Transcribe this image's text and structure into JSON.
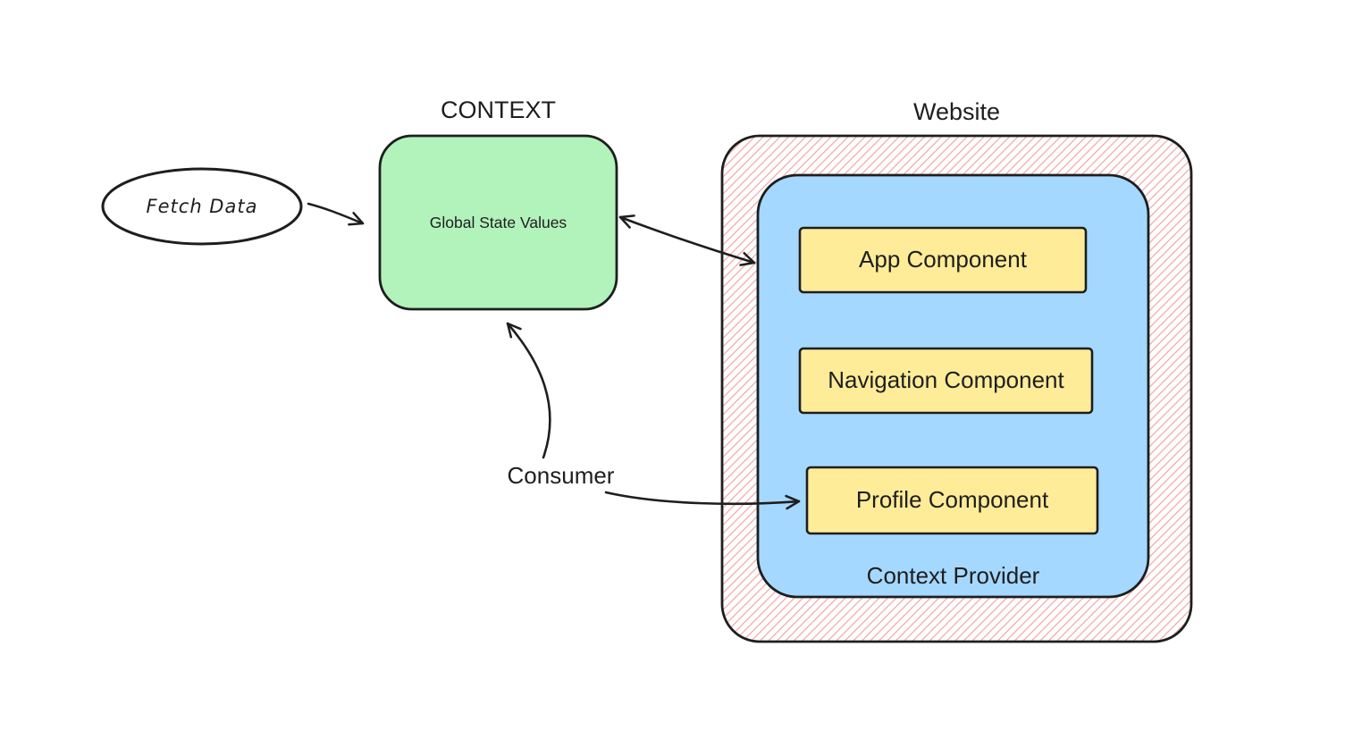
{
  "diagram": {
    "title_context": "CONTEXT",
    "title_website": "Website",
    "fetch_data_label": "Fetch Data",
    "global_state_label": "Global State Values",
    "consumer_label": "Consumer",
    "context_provider_label": "Context Provider",
    "components": [
      {
        "id": "app",
        "label": "App Component"
      },
      {
        "id": "navigation",
        "label": "Navigation Component"
      },
      {
        "id": "profile",
        "label": "Profile Component"
      }
    ],
    "colors": {
      "stroke": "#1e1e1e",
      "context_fill": "#b2f2bb",
      "provider_fill": "#a5d8ff",
      "component_fill": "#ffec99",
      "website_hatch": "#f3abab",
      "background": "#ffffff"
    }
  }
}
